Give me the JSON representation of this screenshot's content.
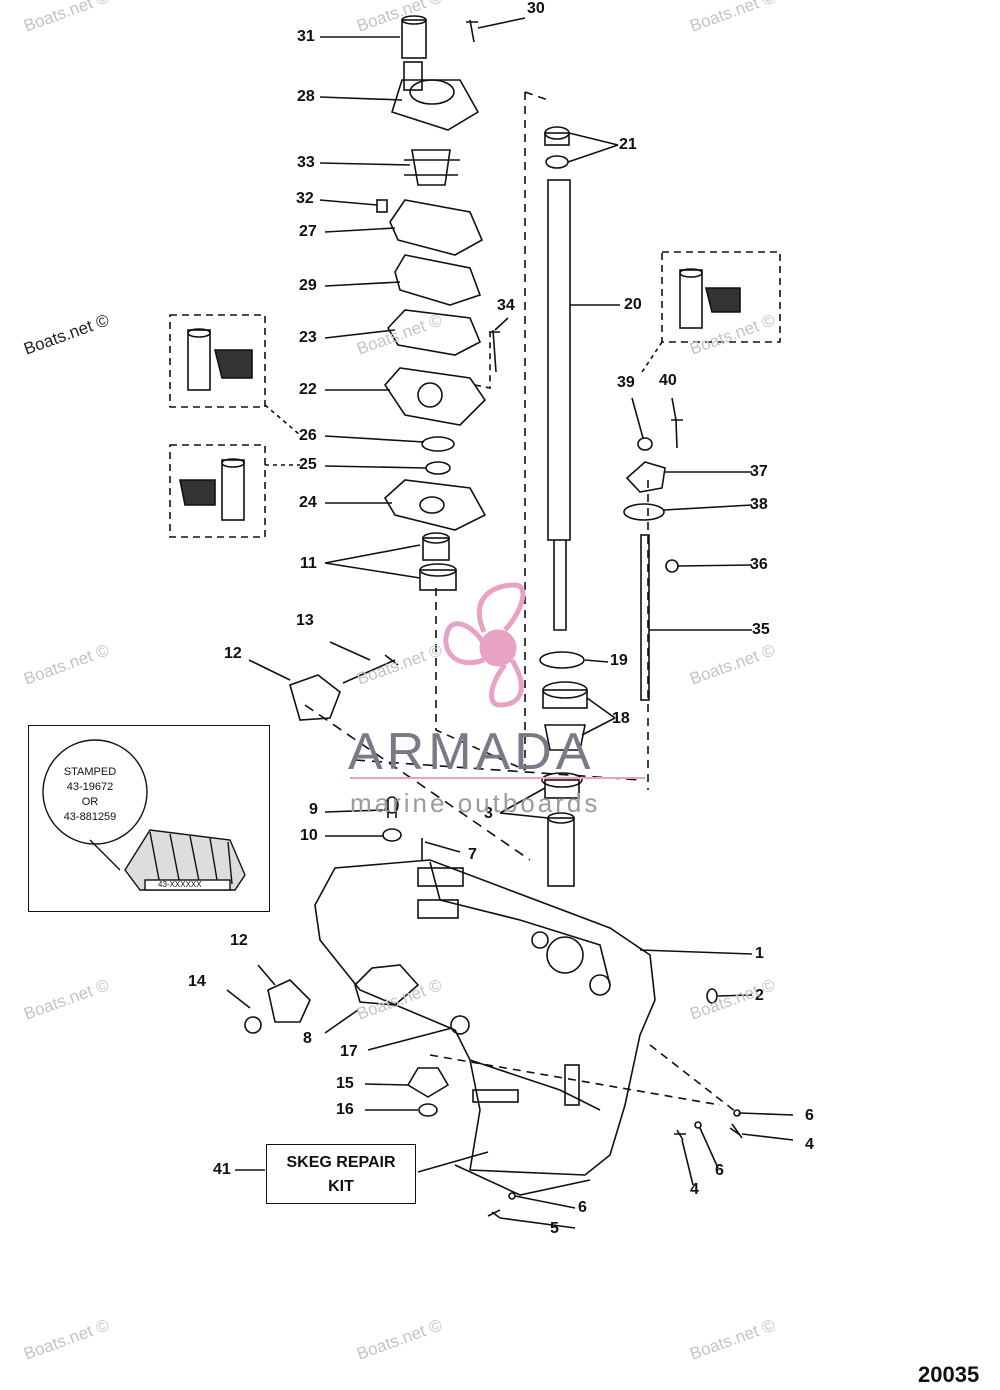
{
  "callouts": [
    "1",
    "2",
    "3",
    "4",
    "4",
    "5",
    "6",
    "6",
    "6",
    "7",
    "8",
    "9",
    "10",
    "11",
    "12",
    "12",
    "13",
    "14",
    "15",
    "16",
    "17",
    "18",
    "19",
    "20",
    "21",
    "22",
    "23",
    "24",
    "25",
    "26",
    "27",
    "28",
    "29",
    "30",
    "31",
    "32",
    "33",
    "34",
    "35",
    "36",
    "37",
    "38",
    "39",
    "40",
    "41"
  ],
  "inset": {
    "stamp_lines": [
      "STAMPED",
      "43-19672",
      "OR",
      "43-881259"
    ],
    "gear_marking": "43-XXXXXX"
  },
  "skeg_kit": {
    "line1": "SKEG REPAIR",
    "line2": "KIT"
  },
  "watermark": "Boats.net ©",
  "brand": {
    "name": "ARMADA",
    "tagline": "marine outboards",
    "logo_color": "#e8a3c4",
    "text_color": "#7a7a86"
  },
  "diagram_number": "20035"
}
